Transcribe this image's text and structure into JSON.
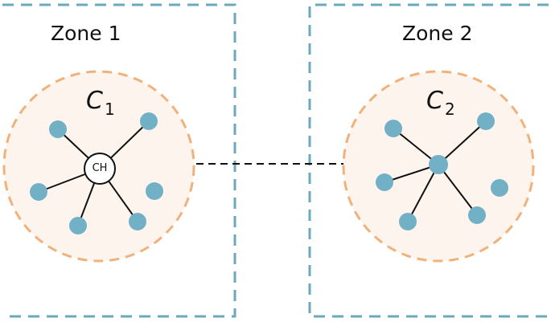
{
  "colors": {
    "zone_border": "#6aaabb",
    "cluster_fill": "#fdf4ee",
    "cluster_border": "#f0b27a",
    "node_fill": "#72b0c6",
    "link": "#111111",
    "ch_fill": "#ffffff"
  },
  "zones": [
    {
      "title": "Zone 1"
    },
    {
      "title": "Zone 2"
    }
  ],
  "clusters": [
    {
      "name": "C",
      "subscript": "1",
      "head_label": "CH",
      "member_count": 6
    },
    {
      "name": "C",
      "subscript": "2",
      "head_label": "",
      "member_count": 6
    }
  ],
  "inter_cluster_link": {
    "style": "dashed"
  }
}
